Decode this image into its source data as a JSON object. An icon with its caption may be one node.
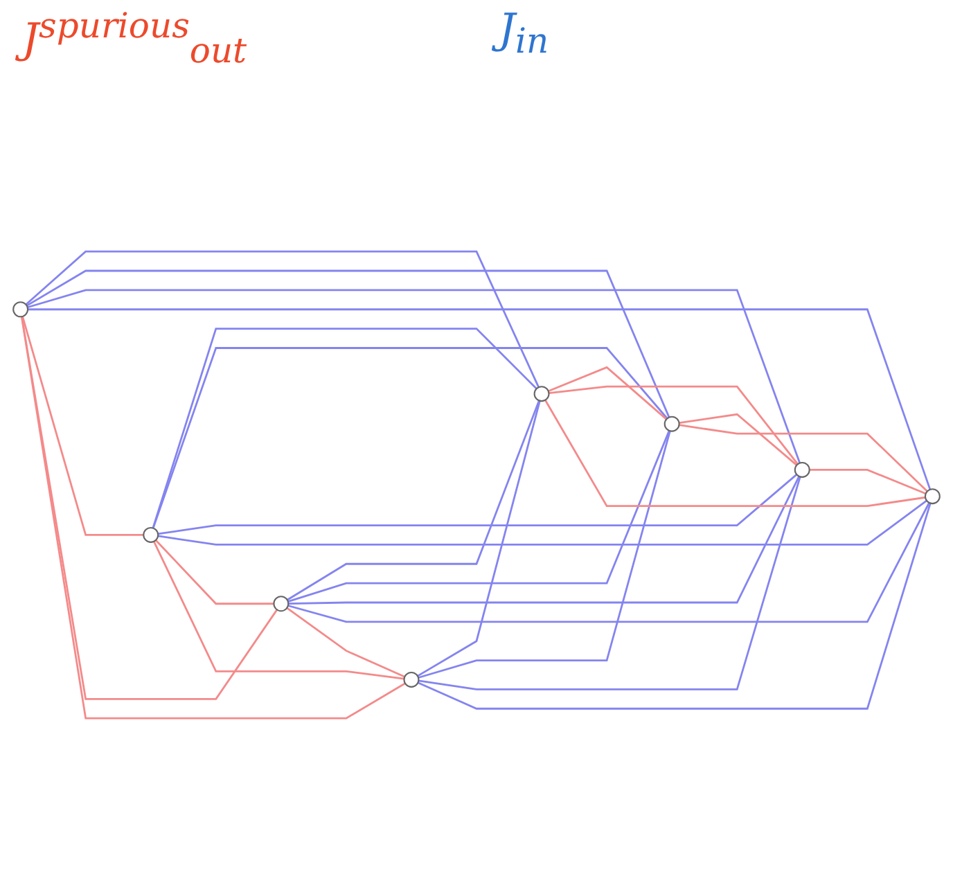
{
  "diagram": {
    "nodes": [
      {
        "text": [],
        "shape": "circle"
      },
      {
        "text": [],
        "shape": "circle"
      },
      {
        "text": [],
        "shape": "circle"
      },
      {
        "text": [],
        "shape": "circle"
      },
      {
        "text": [],
        "shape": "circle"
      },
      {
        "text": [],
        "shape": "circle"
      },
      {
        "text": [],
        "shape": "circle"
      },
      {
        "text": [],
        "shape": "circle"
      }
    ],
    "edges": [
      {
        "from": 0,
        "to": 1,
        "arrow": "none"
      },
      {
        "from": 0,
        "to": 2,
        "arrow": "none"
      },
      {
        "from": 0,
        "to": 4,
        "arrow": "none"
      },
      {
        "from": 0,
        "to": 7,
        "arrow": "none"
      },
      {
        "from": 3,
        "to": 1,
        "arrow": "none"
      },
      {
        "from": 3,
        "to": 2,
        "arrow": "none"
      },
      {
        "from": 3,
        "to": 4,
        "arrow": "none"
      },
      {
        "from": 3,
        "to": 7,
        "arrow": "none"
      },
      {
        "from": 5,
        "to": 1,
        "arrow": "none"
      },
      {
        "from": 5,
        "to": 2,
        "arrow": "none"
      },
      {
        "from": 5,
        "to": 4,
        "arrow": "none"
      },
      {
        "from": 5,
        "to": 7,
        "arrow": "none"
      },
      {
        "from": 6,
        "to": 1,
        "arrow": "none"
      },
      {
        "from": 6,
        "to": 2,
        "arrow": "none"
      },
      {
        "from": 6,
        "to": 4,
        "arrow": "none"
      },
      {
        "from": 6,
        "to": 7,
        "arrow": "none"
      },
      {
        "from": 0,
        "to": 3,
        "arrow": "none",
        "color": "#f48a8a"
      },
      {
        "from": 0,
        "to": 5,
        "arrow": "none",
        "color": "#f48a8a"
      },
      {
        "from": 0,
        "to": 6,
        "arrow": "none",
        "color": "#f48a8a"
      },
      {
        "from": 3,
        "to": 5,
        "arrow": "none",
        "color": "#f48a8a"
      },
      {
        "from": 3,
        "to": 6,
        "arrow": "none",
        "color": "#f48a8a"
      },
      {
        "from": 5,
        "to": 6,
        "arrow": "none",
        "color": "#f48a8a"
      },
      {
        "from": 1,
        "to": 2,
        "arrow": "none",
        "color": "#f48a8a"
      },
      {
        "from": 1,
        "to": 4,
        "arrow": "none",
        "color": "#f48a8a"
      },
      {
        "from": 1,
        "to": 7,
        "arrow": "none",
        "color": "#f48a8a"
      },
      {
        "from": 2,
        "to": 4,
        "arrow": "none",
        "color": "#f48a8a"
      },
      {
        "from": 2,
        "to": 7,
        "arrow": "none",
        "color": "#f48a8a"
      },
      {
        "from": 4,
        "to": 7,
        "arrow": "none",
        "color": "#f48a8a"
      }
    ],
    "labels": [
      "J$_{in}$",
      "J$^{spurious}$$_{out}$"
    ]
  }
}
